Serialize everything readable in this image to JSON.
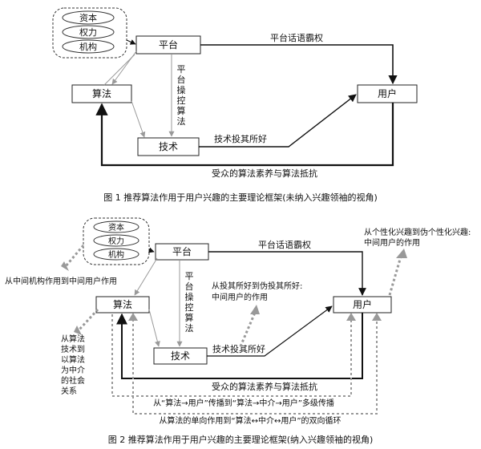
{
  "figure1": {
    "pill_items": [
      "资本",
      "权力",
      "机构"
    ],
    "platform": "平台",
    "algorithm": "算法",
    "tech": "技术",
    "user": "用户",
    "platform_manipulates": [
      "平",
      "台",
      "操",
      "控",
      "算",
      "法"
    ],
    "discourse": "平台话语霸权",
    "tech_preference": "技术投其所好",
    "literacy": "受众的算法素养与算法抵抗",
    "caption": "图 1   推荐算法作用于用户兴趣的主要理论框架(未纳入兴趣领袖的视角)"
  },
  "figure2": {
    "pill_items": [
      "资本",
      "权力",
      "机构"
    ],
    "platform": "平台",
    "algorithm": "算法",
    "tech": "技术",
    "user": "用户",
    "platform_manipulates": [
      "平",
      "台",
      "操",
      "控",
      "算",
      "法"
    ],
    "discourse": "平台话语霸权",
    "tech_preference": "技术投其所好",
    "literacy": "受众的算法素养与算法抵抗",
    "note_institution": "从中间机构作用到中间用户作用",
    "note_pseudo_preference": [
      "从投其所好到伪投其所好:",
      "中间用户的作用"
    ],
    "note_pseudo_interest": [
      "从个性化兴趣到伪个性化兴趣:",
      "中间用户的作用"
    ],
    "note_social": [
      "从算法",
      "技术到",
      "以算法",
      "为中介",
      "的社会",
      "关系"
    ],
    "multi_level": "从“算法→用户”传播到“算法→中介→用户”多级传播",
    "two_way": "从算法的单向作用到“算法↔中介↔用户”的双向循环",
    "caption": "图 2   推荐算法作用于用户兴趣的主要理论框架(纳入兴趣领袖的视角)"
  }
}
